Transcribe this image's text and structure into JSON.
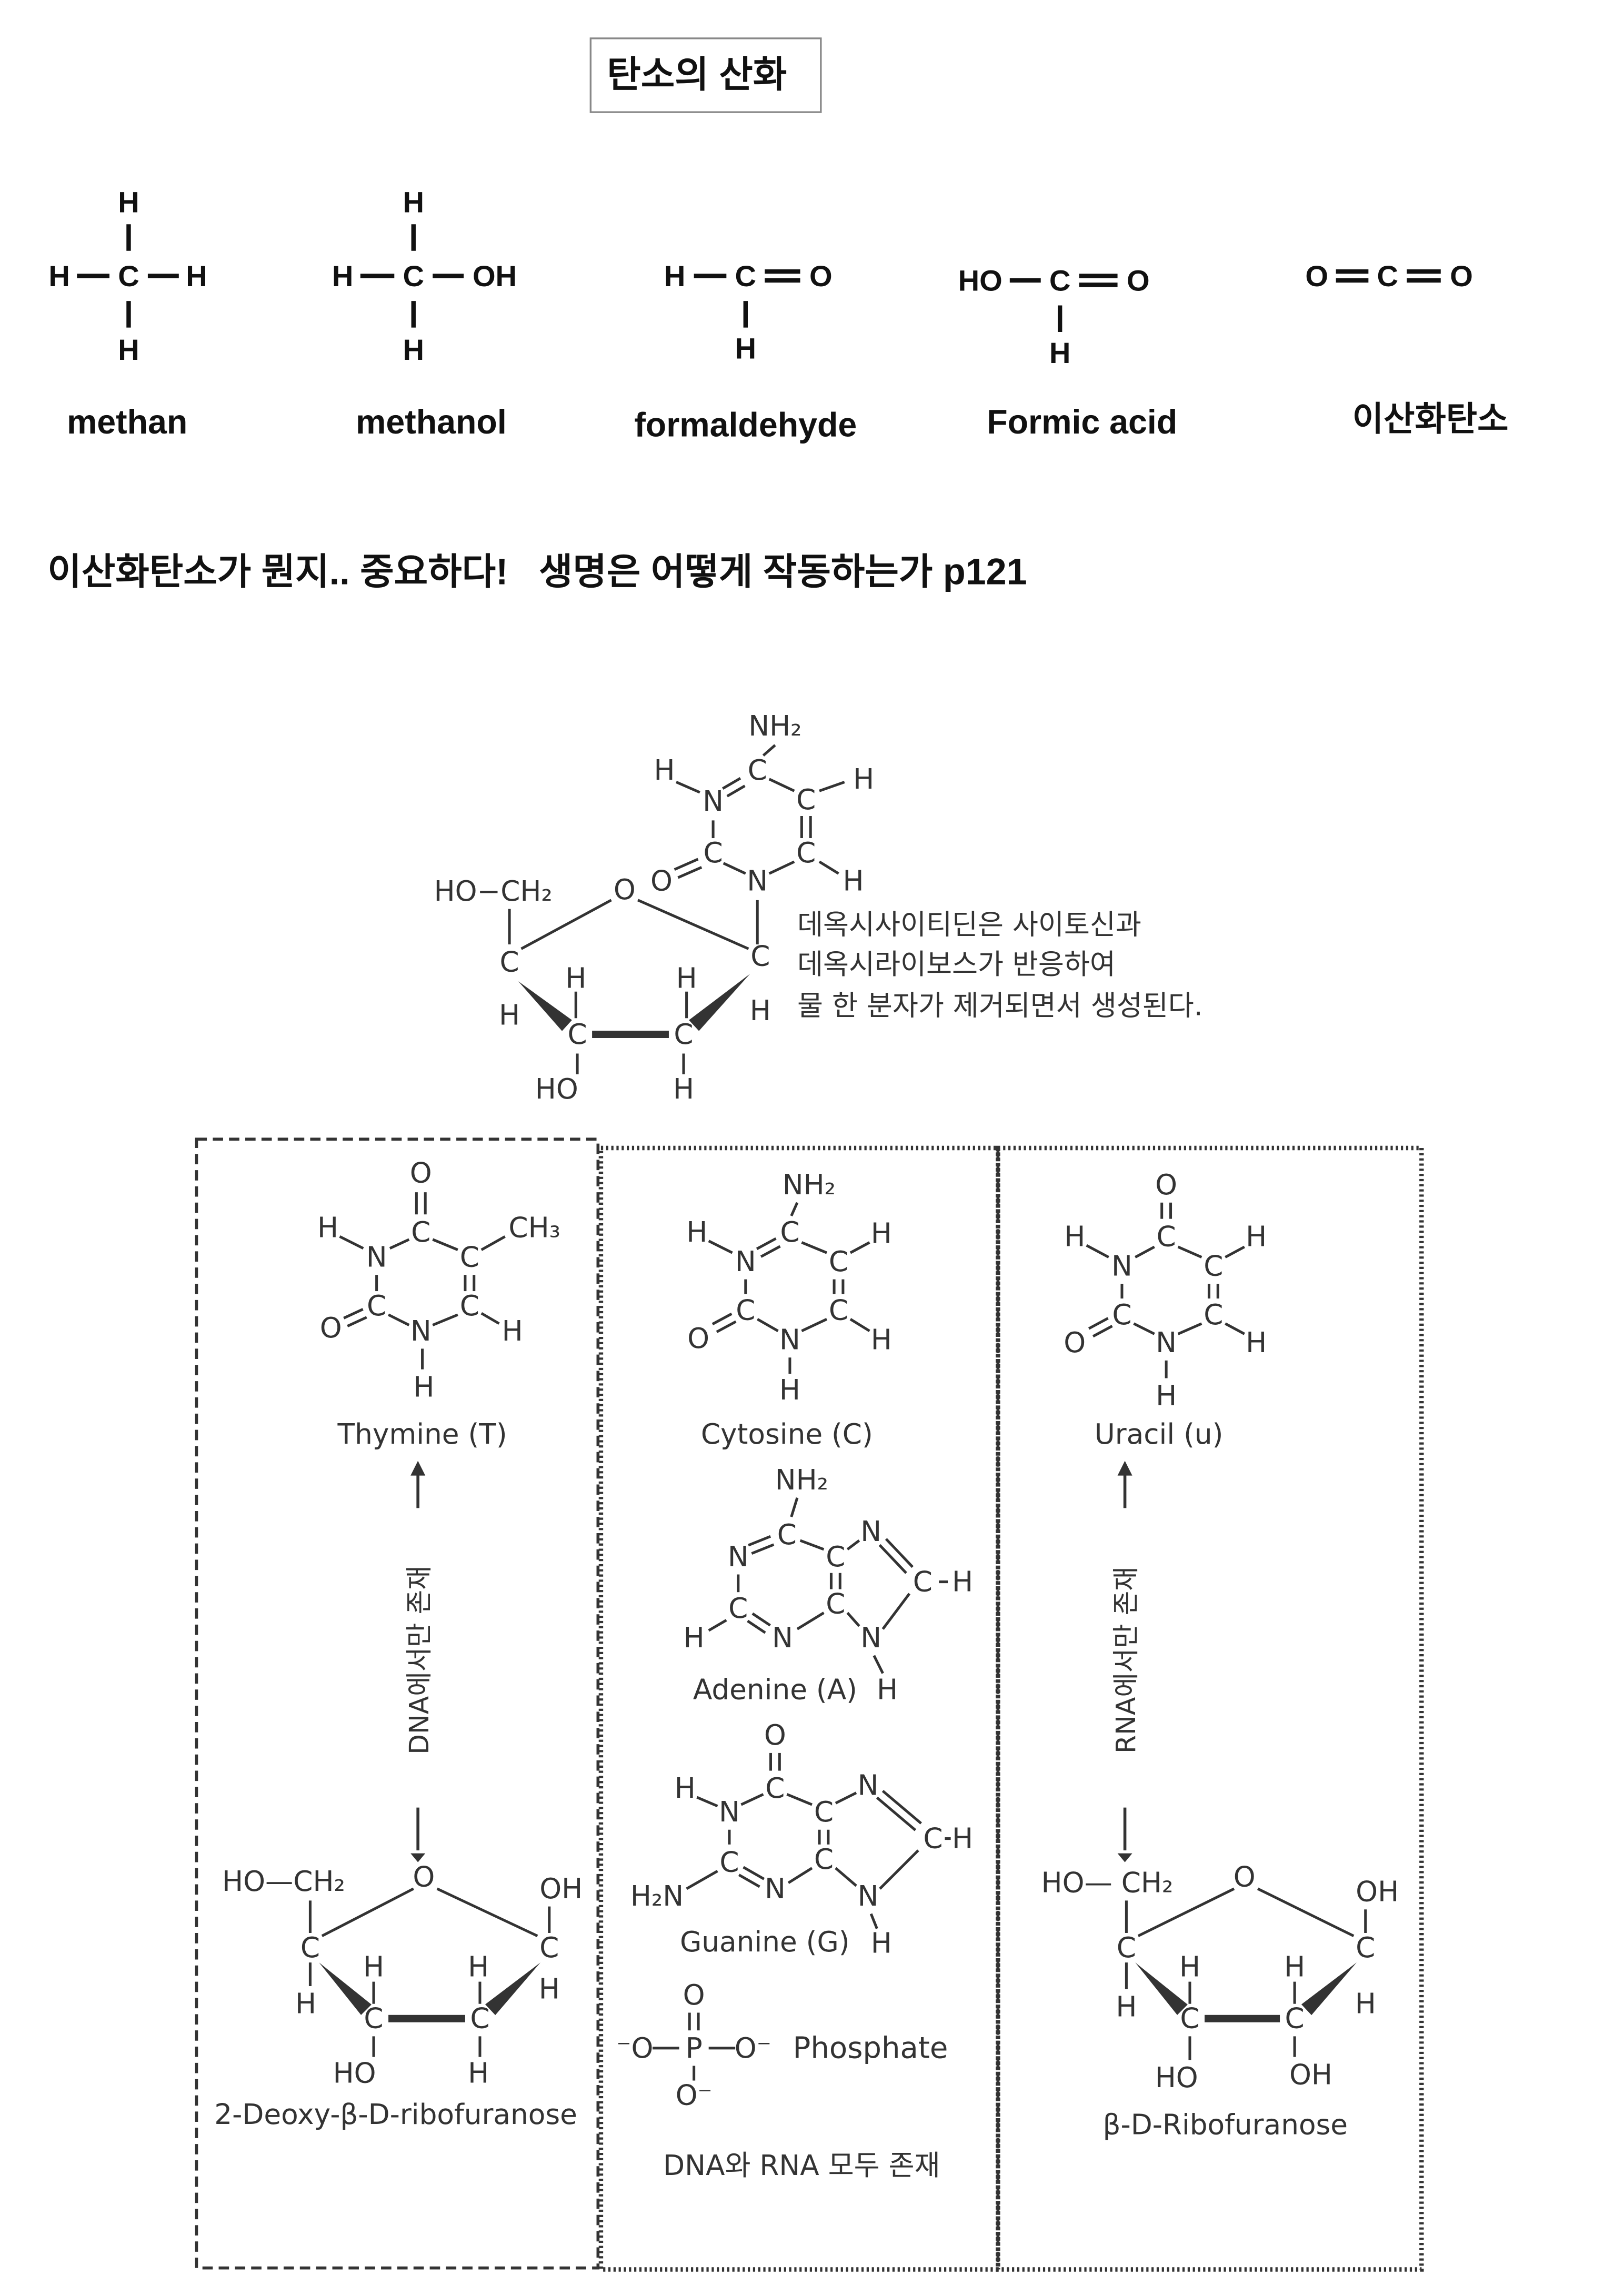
{
  "title": "탄소의 산화",
  "oxidation_series": [
    {
      "name": "methan",
      "atoms": [
        "H",
        "H",
        "C",
        "H",
        "H"
      ]
    },
    {
      "name": "methanol",
      "atoms": [
        "H",
        "H",
        "C",
        "OH",
        "H"
      ]
    },
    {
      "name": "formaldehyde",
      "atoms": [
        "H",
        "C",
        "O",
        "H"
      ]
    },
    {
      "name": "Formic acid",
      "atoms": [
        "HO",
        "C",
        "O",
        "H"
      ]
    },
    {
      "name": "이산화탄소",
      "atoms": [
        "O",
        "C",
        "O"
      ]
    }
  ],
  "heading": "이산화탄소가 뭔지.. 중요하다!   생명은 어떻게 작동하는가 p121",
  "figure": {
    "caption_lines": [
      "데옥시사이티딘은 사이토신과",
      "데옥시라이보스가 반응하여",
      "물 한 분자가 제거되면서 생성된다."
    ],
    "molecules": {
      "deoxycytidine": {
        "atoms": [
          "NH₂",
          "H",
          "N",
          "C",
          "C",
          "H",
          "C",
          "O",
          "N",
          "C",
          "H",
          "C",
          "H",
          "HO−CH₂",
          "O",
          "C",
          "H",
          "H",
          "H",
          "C",
          "C",
          "HO",
          "H"
        ]
      },
      "thymine": {
        "label": "Thymine (T)",
        "atoms": [
          "O",
          "H",
          "N",
          "C",
          "C",
          "CH₃",
          "C",
          "H",
          "N",
          "C",
          "O",
          "H"
        ]
      },
      "cytosine": {
        "label": "Cytosine (C)",
        "atoms": [
          "NH₂",
          "H",
          "N",
          "C",
          "C",
          "H",
          "C",
          "H",
          "N",
          "C",
          "O",
          "H"
        ]
      },
      "uracil": {
        "label": "Uracil (u)",
        "atoms": [
          "O",
          "H",
          "N",
          "C",
          "C",
          "H",
          "C",
          "H",
          "N",
          "C",
          "O",
          "H"
        ]
      },
      "adenine": {
        "label": "Adenine (A)",
        "atoms": [
          "NH₂",
          "C",
          "N",
          "C",
          "N",
          "C",
          "H",
          "C",
          "N",
          "H",
          "N",
          "C",
          "H"
        ]
      },
      "guanine": {
        "label": "Guanine (G)",
        "atoms": [
          "O",
          "C",
          "N",
          "H",
          "C",
          "N",
          "C",
          "H",
          "C",
          "N",
          "H",
          "N",
          "C",
          "H₂N"
        ]
      },
      "phosphate": {
        "label": "Phosphate",
        "atoms": [
          "O",
          "P",
          "⁻O",
          "O⁻",
          "O⁻"
        ]
      },
      "deoxyribose": {
        "label": "2-Deoxy-β-D-ribofuranose",
        "atoms": [
          "HO—CH₂",
          "O",
          "OH",
          "C",
          "H",
          "H",
          "H",
          "C",
          "H",
          "C",
          "C",
          "HO",
          "H"
        ]
      },
      "ribose": {
        "label": "β-D-Ribofuranose",
        "atoms": [
          "HO— CH₂",
          "O",
          "OH",
          "C",
          "H",
          "H",
          "H",
          "C",
          "H",
          "C",
          "C",
          "HO",
          "OH"
        ]
      }
    },
    "dna_only": "DNA에서만 존재",
    "rna_only": "RNA에서만 존재",
    "both": "DNA와 RNA 모두 존재"
  }
}
